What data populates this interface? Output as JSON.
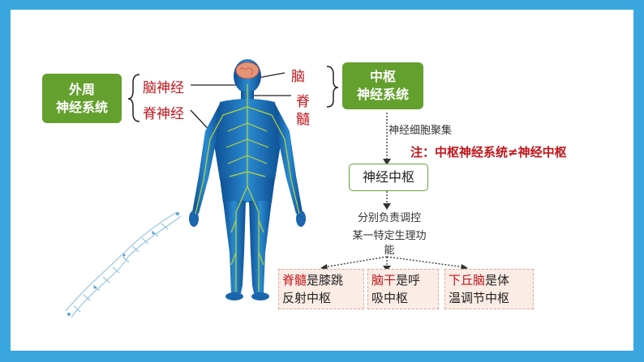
{
  "peripheral": {
    "line1": "外周",
    "line2": "神经系统"
  },
  "central": {
    "line1": "中枢",
    "line2": "神经系统"
  },
  "brain_nerve": "脑神经",
  "spinal_nerve": "脊神经",
  "brain": "脑",
  "spinal_cord_1": "脊",
  "spinal_cord_2": "髓",
  "gather_label": "神经细胞聚集",
  "note": "注：中枢神经系统≠神经中枢",
  "hub": "神经中枢",
  "responsibility": {
    "line1": "分别负责调控",
    "line2": "某一特定生理功",
    "line3": "能"
  },
  "functions": [
    {
      "red": "脊髓",
      "rest": "是膝跳",
      "line2": "反射中枢"
    },
    {
      "red": "脑干",
      "rest": "是呼",
      "line2": "吸中枢"
    },
    {
      "red": "下丘脑",
      "rest": "是体",
      "line2": "温调节中枢"
    }
  ],
  "colors": {
    "frame": "#3aa6de",
    "green": "#64a02e",
    "red": "#c0151b",
    "body_blue": "#1f73b8",
    "nerve": "#b9d63a"
  }
}
